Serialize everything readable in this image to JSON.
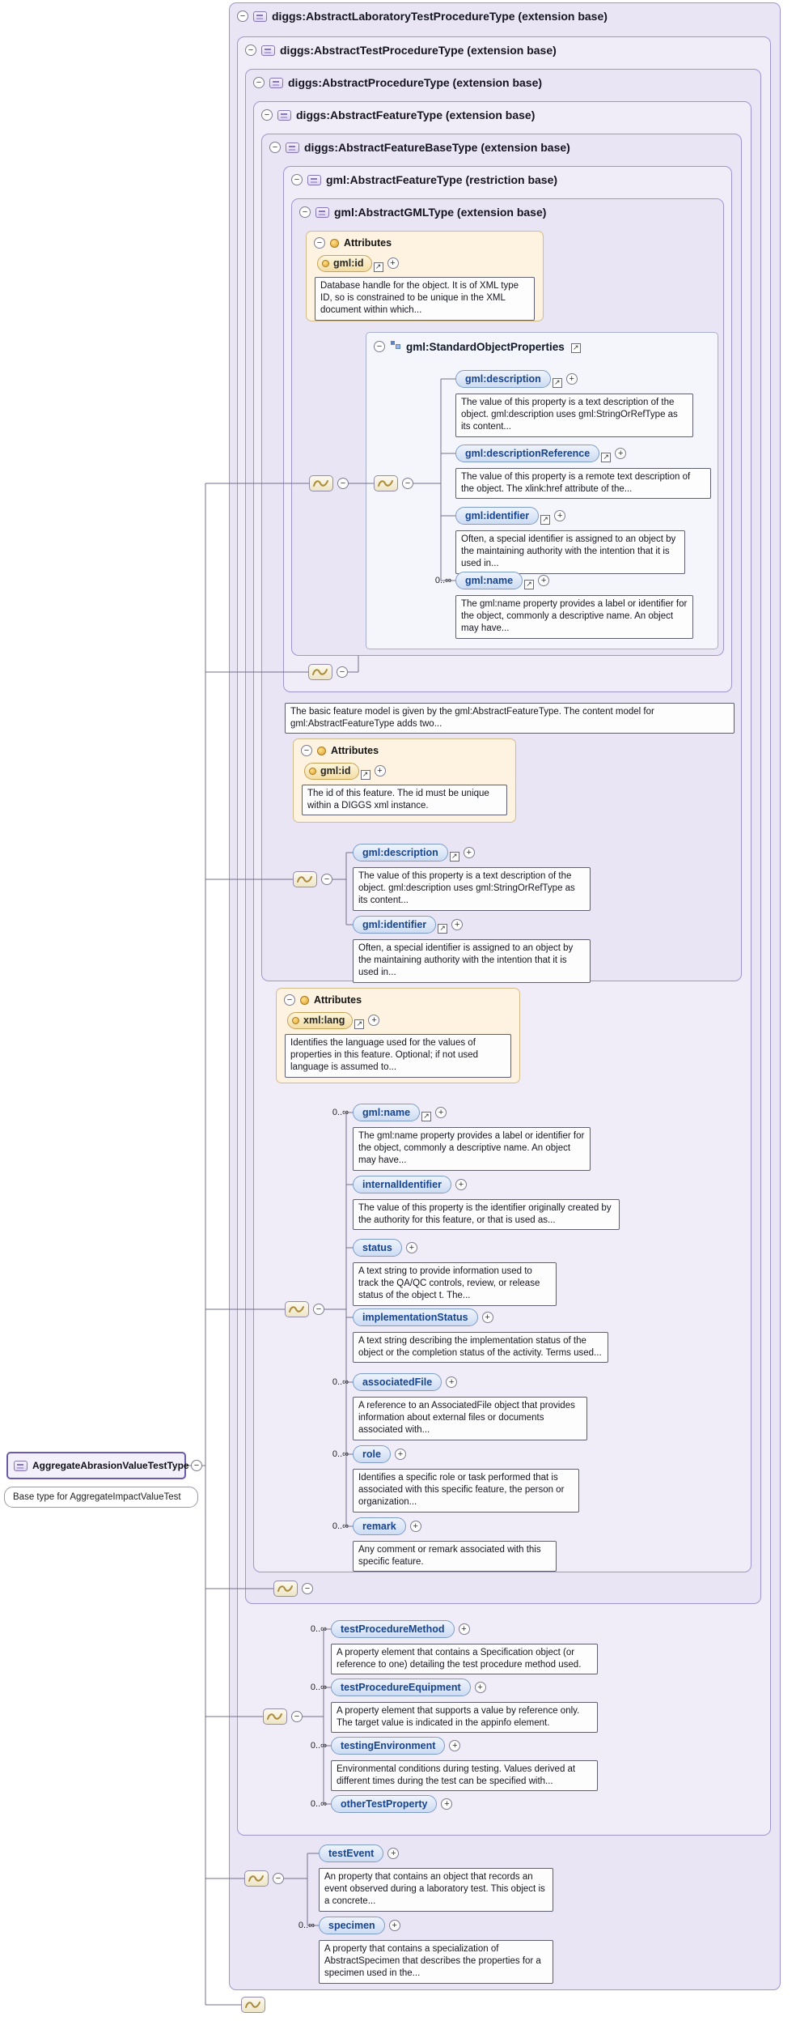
{
  "labels": {
    "attributes": "Attributes",
    "minus": "−",
    "plus": "+",
    "ref": "↗"
  },
  "colors": {
    "box_fill": "#e9e5f4",
    "box_fill_alt": "#f0edf9",
    "box_border": "#a096cf",
    "attr_fill": "#fdf3e0",
    "attr_border": "#d3bc8c",
    "chip_fill": "#cddcf3",
    "chip_border": "#7d9cc9",
    "chip_text": "#17448e",
    "group_fill": "#f5f6fc",
    "doc_border": "#5f5f72",
    "wire": "#72708a"
  },
  "root_type": {
    "name": "AggregateAbrasionValueTestType",
    "annotation": "Base type for AggregateImpactValueTest"
  },
  "hierarchy": {
    "lab_test_procedure": "diggs:AbstractLaboratoryTestProcedureType (extension base)",
    "test_procedure": "diggs:AbstractTestProcedureType (extension base)",
    "procedure": "diggs:AbstractProcedureType (extension base)",
    "feature_type": "diggs:AbstractFeatureType (extension base)",
    "feature_base_type": "diggs:AbstractFeatureBaseType (extension base)",
    "gml_feature_type": "gml:AbstractFeatureType (restriction base)",
    "gml_type": "gml:AbstractGMLType (extension base)"
  },
  "gml_type_content": {
    "attributes": [
      {
        "name": "gml:id",
        "doc": "Database handle for the object. It is of XML type ID, so is constrained to be unique in the XML document within which..."
      }
    ],
    "group": {
      "title": "gml:StandardObjectProperties",
      "elements": [
        {
          "name": "gml:description",
          "occurs": "",
          "doc": "The value of this property is a text description of the object. gml:description uses gml:StringOrRefType as its content..."
        },
        {
          "name": "gml:descriptionReference",
          "occurs": "",
          "doc": "The value of this property is a remote text description of the object. The xlink:href attribute of the..."
        },
        {
          "name": "gml:identifier",
          "occurs": "",
          "doc": "Often, a special identifier is assigned to an object by the maintaining authority with the intention that it is used in..."
        },
        {
          "name": "gml:name",
          "occurs": "0..∞",
          "doc": "The gml:name property provides a label or identifier for the object, commonly a descriptive name. An object may have..."
        }
      ]
    }
  },
  "feature_base_content": {
    "note": "The basic feature model is given by the gml:AbstractFeatureType. The content model for gml:AbstractFeatureType adds two...",
    "attributes": [
      {
        "name": "gml:id",
        "doc": "The id of this feature. The id must be unique within a DIGGS xml instance."
      }
    ],
    "elements": [
      {
        "name": "gml:description",
        "occurs": "",
        "doc": "The value of this property is a text description of the object. gml:description uses gml:StringOrRefType as its content..."
      },
      {
        "name": "gml:identifier",
        "occurs": "",
        "doc": "Often, a special identifier is assigned to an object by the maintaining authority with the intention that it is used in..."
      }
    ]
  },
  "feature_type_content": {
    "attributes": [
      {
        "name": "xml:lang",
        "doc": "Identifies the language used for the values of properties in this feature. Optional; if not used language is assumed to..."
      }
    ],
    "elements": [
      {
        "name": "gml:name",
        "occurs": "0..∞",
        "doc": "The gml:name property provides a label or identifier for the object, commonly a descriptive name. An object may have..."
      },
      {
        "name": "internalIdentifier",
        "occurs": "",
        "doc": "The value of this property is the identifier originally created by the authority for this feature, or that is used as..."
      },
      {
        "name": "status",
        "occurs": "",
        "doc": "A text string to provide information used to track the QA/QC controls, review, or release status of the object t. The..."
      },
      {
        "name": "implementationStatus",
        "occurs": "",
        "doc": "A text string describing the implementation status of the object or the completion status of the activity. Terms used..."
      },
      {
        "name": "associatedFile",
        "occurs": "0..∞",
        "doc": "A reference to an AssociatedFile object that provides information about external files or documents associated with..."
      },
      {
        "name": "role",
        "occurs": "0..∞",
        "doc": "Identifies a specific role or task performed that is associated with this specific feature, the person or organization..."
      },
      {
        "name": "remark",
        "occurs": "0..∞",
        "doc": "Any comment or remark associated with this specific feature."
      }
    ]
  },
  "test_procedure_content": {
    "elements": [
      {
        "name": "testProcedureMethod",
        "occurs": "0..∞",
        "doc": "A property element that contains a Specification object (or reference to one) detailing the test procedure method used."
      },
      {
        "name": "testProcedureEquipment",
        "occurs": "0..∞",
        "doc": "A property element that supports a value by reference only. The target value is indicated in the appinfo element."
      },
      {
        "name": "testingEnvironment",
        "occurs": "0..∞",
        "doc": "Environmental conditions during testing. Values derived at different times during the test can be specified with..."
      },
      {
        "name": "otherTestProperty",
        "occurs": "0..∞",
        "doc": ""
      }
    ]
  },
  "lab_test_content": {
    "elements": [
      {
        "name": "testEvent",
        "occurs": "",
        "doc": "An property that contains an object that records an event observed during a laboratory test. This object is a concrete..."
      },
      {
        "name": "specimen",
        "occurs": "0..∞",
        "doc": "A property that contains a specialization of AbstractSpecimen that describes the properties for a specimen used in the..."
      }
    ]
  }
}
